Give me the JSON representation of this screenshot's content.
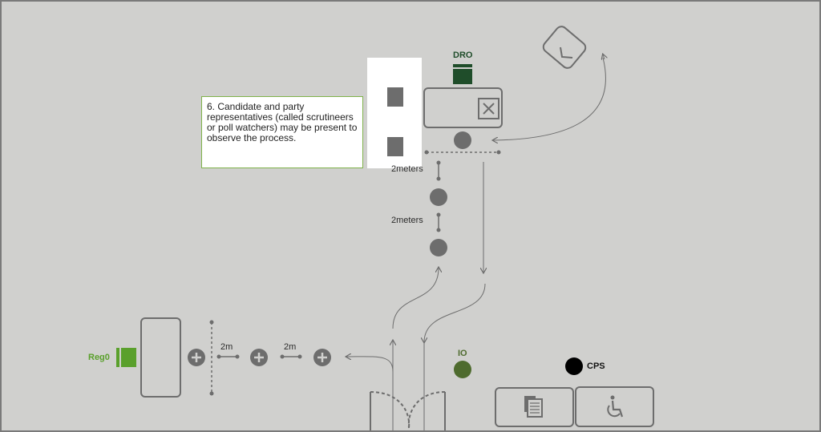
{
  "callout": {
    "text": "6. Candidate and party representatives (called scrutineers or poll watchers) may be present to observe the process."
  },
  "labels": {
    "dro": "DRO",
    "io": "IO",
    "cps": "CPS",
    "reg0": "Reg0",
    "distance_top_1": "2meters",
    "distance_top_2": "2meters",
    "distance_left_1": "2m",
    "distance_left_2": "2m"
  },
  "icons": {
    "ballot_box": "ballot-box-x-icon",
    "tablet": "tablet-icon",
    "documents": "documents-icon",
    "accessibility": "wheelchair-icon"
  },
  "colors": {
    "background": "#d0d0ce",
    "dro_green": "#1f4d2a",
    "reg_green": "#5aa02c",
    "io_green": "#4e6b2e",
    "shape_grey": "#6d6d6d",
    "callout_border": "#7fb24a"
  }
}
